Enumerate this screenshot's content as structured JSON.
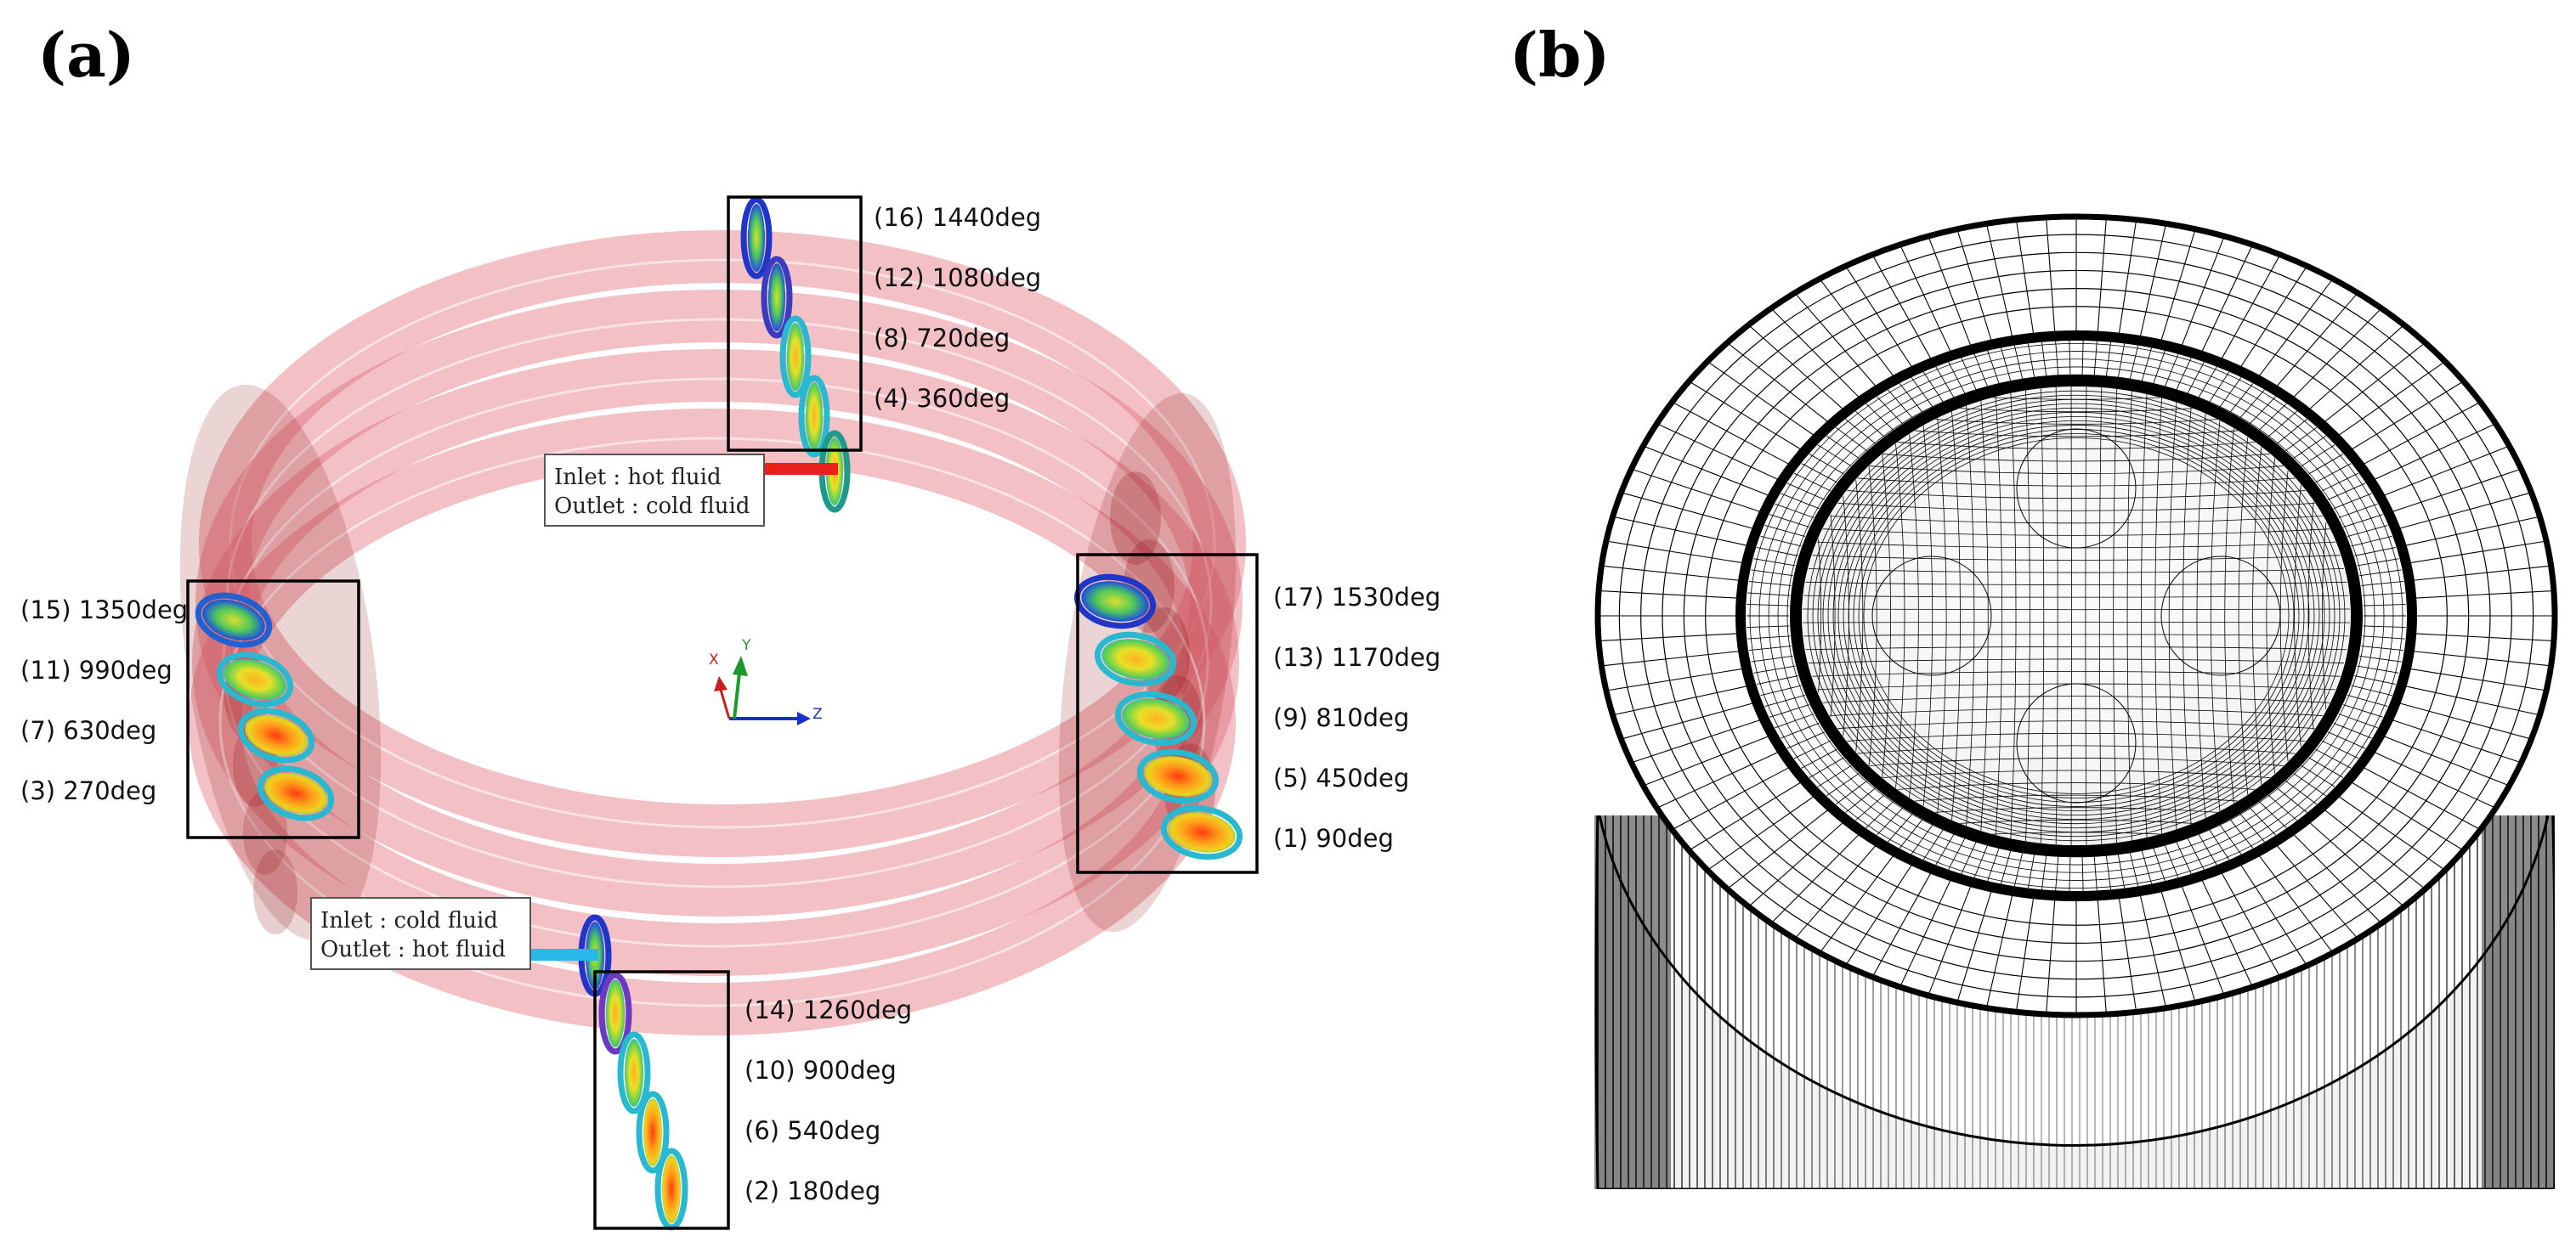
{
  "panels": [
    {
      "label": "(a)"
    },
    {
      "label": "(b)"
    }
  ],
  "groups": [
    {
      "id": "top",
      "sections": [
        "(16) 1440deg",
        "(12) 1080deg",
        "(8) 720deg",
        "(4) 360deg"
      ]
    },
    {
      "id": "left",
      "sections": [
        "(15) 1350deg",
        "(11) 990deg",
        "(7) 630deg",
        "(3) 270deg"
      ]
    },
    {
      "id": "right",
      "sections": [
        "(17) 1530deg",
        "(13) 1170deg",
        "(9) 810deg",
        "(5) 450deg",
        "(1) 90deg"
      ]
    },
    {
      "id": "bottom",
      "sections": [
        "(14) 1260deg",
        "(10) 900deg",
        "(6) 540deg",
        "(2) 180deg"
      ]
    }
  ],
  "port_hot": {
    "line1": "Inlet : hot fluid",
    "line2": "Outlet : cold fluid",
    "color": "#e8211a"
  },
  "port_cold": {
    "line1": "Inlet : cold fluid",
    "line2": "Outlet : hot fluid",
    "color": "#29b6e8"
  },
  "axes": {
    "x": "X",
    "y": "Y",
    "z": "Z"
  },
  "colors": {
    "coil": "#e06a74",
    "coil_dark": "#8a1010"
  }
}
